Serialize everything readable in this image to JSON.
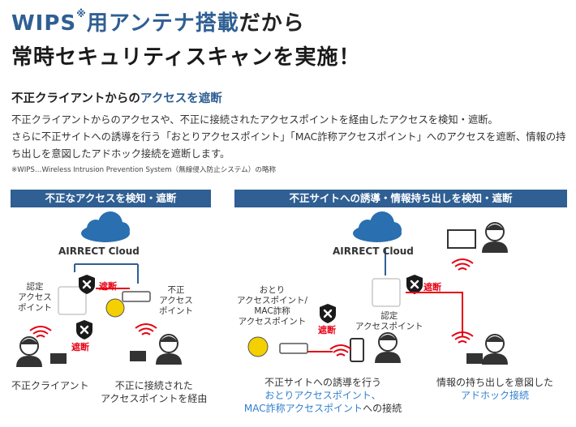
{
  "header": {
    "title_part1": "WIPS",
    "title_sup": "※",
    "title_part2": "用アンテナ搭載",
    "title_part3": "だから",
    "title_line2": "常時セキュリティスキャンを実施！"
  },
  "subheading": {
    "part1": "不正クライアントからの",
    "part2": "アクセスを遮断"
  },
  "body_line1": "不正クライアントからのアクセスや、不正に接続されたアクセスポイントを経由したアクセスを検知・遮断。",
  "body_line2": "さらに不正サイトへの誘導を行う「おとりアクセスポイント」「MAC詐称アクセスポイント」へのアクセスを遮断、情報の持ち出しを意図したアドホック接続を遮断します。",
  "footnote": "※WIPS…Wireless Intrusion Prevention System（無線侵入防止システム）の略称",
  "left_panel": {
    "band": "不正なアクセスを検知・遮断",
    "cloud": "AIRRECT Cloud",
    "ap_label_1": "認定",
    "ap_label_2": "アクセス",
    "ap_label_3": "ポイント",
    "rogue_1": "不正",
    "rogue_2": "アクセス",
    "rogue_3": "ポイント",
    "block1": "遮断",
    "block2": "遮断",
    "client_label": "不正クライアント",
    "via_1": "不正に接続された",
    "via_2": "アクセスポイントを経由"
  },
  "right_panel": {
    "band": "不正サイトへの誘導・情報持ち出しを検知・遮断",
    "cloud": "AIRRECT Cloud",
    "decoy_1": "おとり",
    "decoy_2": "アクセスポイント/",
    "decoy_3": "MAC詐称",
    "decoy_4": "アクセスポイント",
    "ap_label_1": "認定",
    "ap_label_2": "アクセスポイント",
    "block1": "遮断",
    "block2": "遮断",
    "cap1_1": "不正サイトへの誘導を行う",
    "cap1_2": "おとりアクセスポイント、",
    "cap1_3": "MAC詐称アクセスポイント",
    "cap1_4": "への接続",
    "cap2_1": "情報の持ち出しを意図した",
    "cap2_2": "アドホック接続"
  },
  "colors": {
    "brand_blue": "#2f5f93",
    "alert_red": "#e60012",
    "link_blue": "#2f7fd0",
    "cloud_blue": "#2a6fb0"
  }
}
